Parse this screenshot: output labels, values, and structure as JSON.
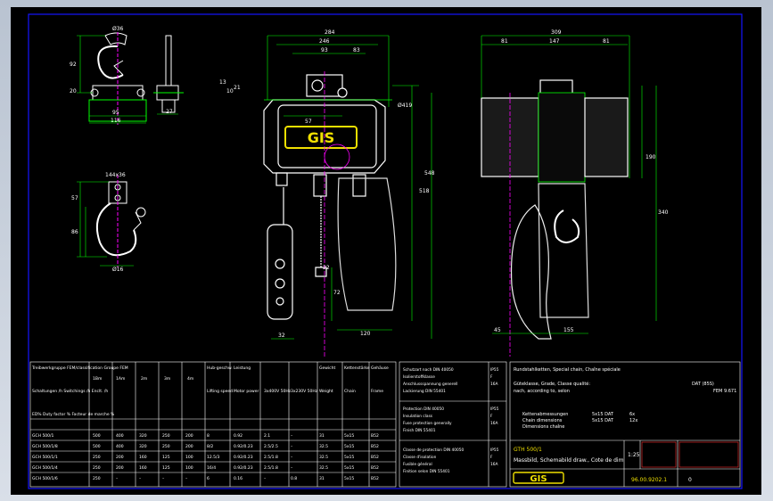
{
  "colors": {
    "background": "#000000",
    "frame": "#1414ff",
    "linework": "#ffffff",
    "dimension": "#00ff00",
    "tables": "#ffffff",
    "highlight": "#ffff00",
    "logo_yellow": "#f0e000",
    "accent_magenta": "#ff00ff"
  },
  "hook_detail": {
    "dims_top": [
      "Ø36",
      "92",
      "20",
      "95",
      "116",
      "27"
    ],
    "dims_bottom": [
      "144x36",
      "57",
      "86",
      "Ø16"
    ]
  },
  "front_view": {
    "dims": [
      "284",
      "246",
      "93",
      "83",
      "57",
      "120",
      "32",
      "22",
      "72",
      "518",
      "548",
      "13",
      "10",
      "21",
      "Ø419"
    ]
  },
  "side_view": {
    "dims": [
      "309",
      "81",
      "147",
      "81",
      "190",
      "155",
      "340",
      "45"
    ]
  },
  "spec_table": {
    "row_headers": [
      "Treibwerkgruppe FEM/classification Groupe FEM",
      "Schaltungen /h Switchings /h Enclt. /h",
      "ED% Duty factor % Facteur de marche %"
    ],
    "columns": [
      "1Bm",
      "1Am",
      "2m",
      "3m",
      "4m",
      "Hub-geschw.",
      "Leistung",
      "",
      "",
      "Gewicht",
      "Kettenstärke",
      "Gehäuse"
    ],
    "units": [
      "",
      "",
      "",
      "",
      "",
      "Lifting speed",
      "Motor power",
      "3x400V 50Hz",
      "3x230V 50Hz",
      "Weight",
      "Chain",
      "Frame"
    ],
    "rows": [
      [
        "GCH 500/1",
        "500",
        "400",
        "320",
        "250",
        "200",
        "8",
        "0.92",
        "2.1",
        "–",
        "31",
        "5x15",
        "B52"
      ],
      [
        "GCH 500/1/8",
        "500",
        "400",
        "320",
        "250",
        "200",
        "8/2",
        "0.92/0.23",
        "2.5/2.5",
        "–",
        "32.5",
        "5x15",
        "B52"
      ],
      [
        "GCH 500/1/1",
        "250",
        "200",
        "160",
        "125",
        "100",
        "12.5/3",
        "0.92/0.23",
        "2.5/1.8",
        "–",
        "32.5",
        "5x15",
        "B52"
      ],
      [
        "GCH 500/1/4",
        "250",
        "200",
        "160",
        "125",
        "100",
        "16/4",
        "0.92/0.23",
        "2.5/1.8",
        "–",
        "32.5",
        "5x15",
        "B52"
      ],
      [
        "GCH 500/1/6",
        "250",
        "–",
        "–",
        "–",
        "–",
        "6",
        "0.16",
        "–",
        "0.8",
        "31",
        "5x15",
        "B52"
      ]
    ]
  },
  "notes": {
    "block1": [
      "Schutzart nach DIN 40050",
      "Isolierstoffklasse",
      "Anschlussspannung generell",
      "Lackierung DIN 55401"
    ],
    "block2": [
      "Protection DIN 40050",
      "Insulation class",
      "Fuse protection generally",
      "Finish DIN 55401"
    ],
    "block3": [
      "Classe de protection DIN 40050",
      "Classe d'isolation",
      "Fusible général",
      "Finition selon DIN 55401"
    ],
    "values": [
      "IP55",
      "F",
      "16A"
    ]
  },
  "title_block": {
    "header": "Rundstahlketten, Special chain, Chaîne spéciale",
    "quality_row": "Güteklasse, Grade, Classe qualité:",
    "quality_values": [
      "nach, according to, selon",
      "DAT (85S)",
      "FEM 9.671"
    ],
    "chain_rows": [
      "Kettenabmessungen",
      "Chain dimensions",
      "Dimensions chaîne"
    ],
    "chain_values": [
      "5x15 DAT",
      "5x15 DAT",
      "6x",
      "12x"
    ],
    "product_code": "GTH 500/1",
    "product_desc": "Massbild, Schemabild draw., Cote de dim",
    "scale": "1:25",
    "drawing_number": "96.00.9202.1",
    "sheet": "0",
    "logo_text": "GIS"
  }
}
